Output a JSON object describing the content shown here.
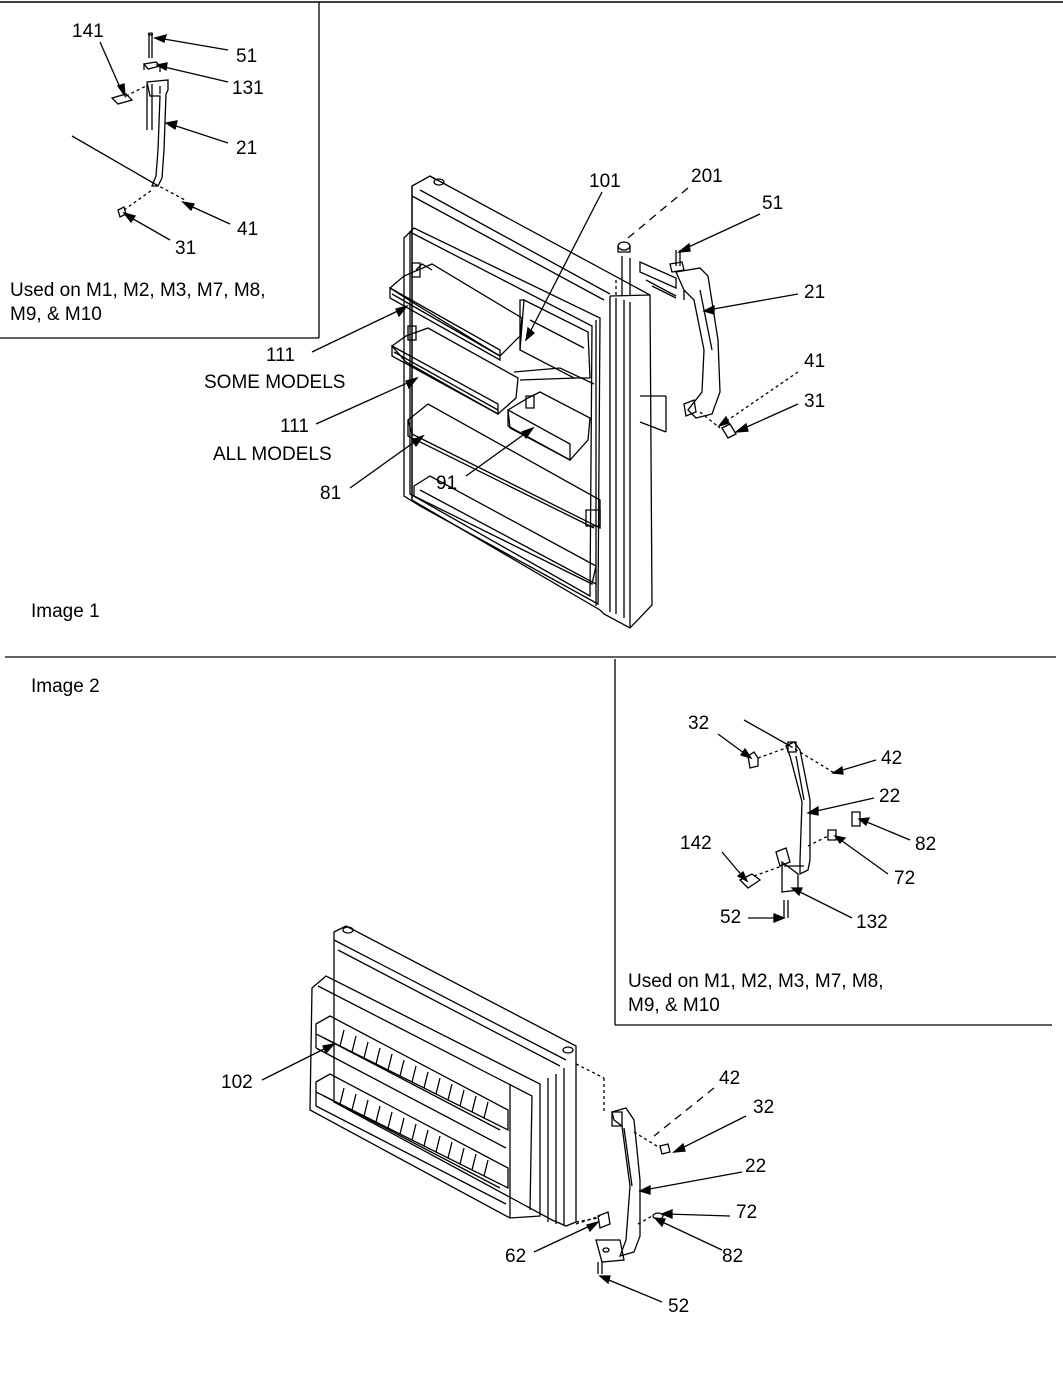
{
  "image1": {
    "title": "Image 1",
    "inset_note_line1": "Used on M1, M2, M3, M7, M8,",
    "inset_note_line2": "M9, & M10",
    "inset_labels": {
      "l141": "141",
      "l51": "51",
      "l131": "131",
      "l21": "21",
      "l41": "41",
      "l31": "31"
    },
    "labels": {
      "l101": "101",
      "l201": "201",
      "l51": "51",
      "l21": "21",
      "l41": "41",
      "l31": "31",
      "l111a": "111",
      "some_models": "SOME MODELS",
      "l111b": "111",
      "all_models": "ALL MODELS",
      "l81": "81",
      "l91": "91"
    }
  },
  "image2": {
    "title": "Image 2",
    "inset_note_line1": "Used on M1, M2, M3, M7, M8,",
    "inset_note_line2": "M9, & M10",
    "inset_labels": {
      "l32": "32",
      "l42": "42",
      "l22": "22",
      "l82": "82",
      "l142": "142",
      "l72": "72",
      "l52": "52",
      "l132": "132"
    },
    "labels": {
      "l102": "102",
      "l42": "42",
      "l32": "32",
      "l22": "22",
      "l72": "72",
      "l62": "62",
      "l82": "82",
      "l52": "52"
    }
  }
}
